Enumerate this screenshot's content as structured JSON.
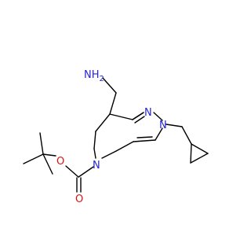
{
  "molecule": {
    "atom_labels": {
      "amine": "NH2",
      "pyrazole_n1": "N",
      "pyrazole_n2": "N",
      "ring_n": "N",
      "ester_o": "O",
      "carbonyl_o": "O"
    },
    "colors": {
      "nitrogen": "#2424d8",
      "oxygen": "#e01010",
      "carbon_bond": "#000000"
    }
  }
}
